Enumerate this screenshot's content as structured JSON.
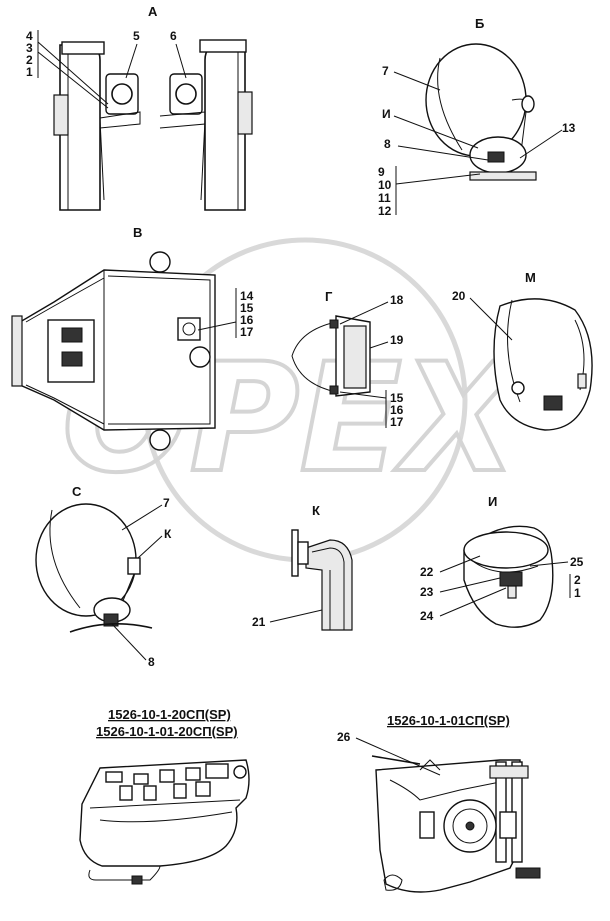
{
  "watermark": {
    "text": "OPEX"
  },
  "views": [
    {
      "id": "A",
      "title": "А",
      "labels": [
        "4",
        "3",
        "2",
        "1",
        "5",
        "6"
      ]
    },
    {
      "id": "B",
      "title": "Б",
      "labels": [
        "7",
        "И",
        "8",
        "13",
        "9",
        "10",
        "11",
        "12"
      ]
    },
    {
      "id": "V",
      "title": "В",
      "labels": [
        "14",
        "15",
        "16",
        "17"
      ]
    },
    {
      "id": "G",
      "title": "Г",
      "labels": [
        "18",
        "19",
        "15",
        "16",
        "17"
      ]
    },
    {
      "id": "M",
      "title": "М",
      "labels": [
        "20"
      ]
    },
    {
      "id": "S",
      "title": "С",
      "labels": [
        "7",
        "К",
        "8"
      ]
    },
    {
      "id": "K",
      "title": "К",
      "labels": [
        "21"
      ]
    },
    {
      "id": "I",
      "title": "И",
      "labels": [
        "22",
        "25",
        "23",
        "24",
        "2",
        "1"
      ]
    }
  ],
  "bottom_left": {
    "titles": [
      "1526-10-1-20СП(SP)",
      "1526-10-1-01-20СП(SP)"
    ]
  },
  "bottom_right": {
    "title": "1526-10-1-01СП(SP)",
    "labels": [
      "26"
    ]
  }
}
